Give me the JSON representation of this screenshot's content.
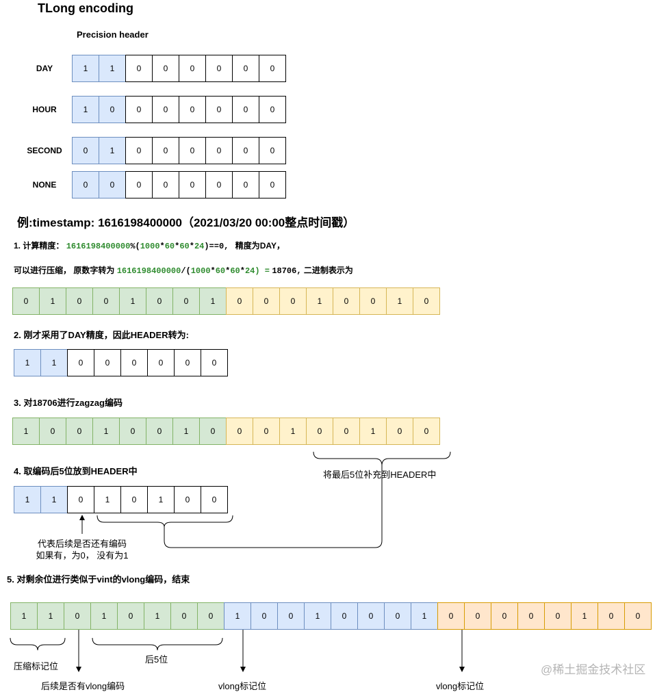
{
  "title": "TLong encoding",
  "header_caption": "Precision  header",
  "precision_rows": [
    {
      "label": "DAY",
      "bits": [
        "1",
        "1",
        "0",
        "0",
        "0",
        "0",
        "0",
        "0"
      ],
      "colors": [
        "b",
        "b",
        "w",
        "w",
        "w",
        "w",
        "w",
        "w"
      ]
    },
    {
      "label": "HOUR",
      "bits": [
        "1",
        "0",
        "0",
        "0",
        "0",
        "0",
        "0",
        "0"
      ],
      "colors": [
        "b",
        "b",
        "w",
        "w",
        "w",
        "w",
        "w",
        "w"
      ]
    },
    {
      "label": "SECOND",
      "bits": [
        "0",
        "1",
        "0",
        "0",
        "0",
        "0",
        "0",
        "0"
      ],
      "colors": [
        "b",
        "b",
        "w",
        "w",
        "w",
        "w",
        "w",
        "w"
      ]
    },
    {
      "label": "NONE",
      "bits": [
        "0",
        "0",
        "0",
        "0",
        "0",
        "0",
        "0",
        "0"
      ],
      "colors": [
        "b",
        "b",
        "w",
        "w",
        "w",
        "w",
        "w",
        "w"
      ]
    }
  ],
  "example_heading": "例:timestamp: 1616198400000（2021/03/20 00:00整点时间戳）",
  "step1": {
    "prefix": "1. 计算精度：",
    "expr_a": "1616198400000",
    "expr_b": "%(",
    "expr_c": "1000",
    "expr_d": "*",
    "expr_e": "60",
    "expr_f": "*",
    "expr_g": "60",
    "expr_h": "*",
    "expr_i": "24",
    "expr_j": ")==0,",
    "suffix": "精度为DAY，"
  },
  "step1b": {
    "prefix": "可以进行压缩，  原数字转为",
    "expr_a": "1616198400000",
    "expr_b": "/(",
    "expr_c": "1000",
    "expr_d": "*",
    "expr_e": "60",
    "expr_f": "*",
    "expr_g": "60",
    "expr_h": "*",
    "expr_i": "24",
    "expr_j": ") =",
    "expr_k": "18706,",
    "suffix": "二进制表示为"
  },
  "binary_18706": {
    "bits": [
      "0",
      "1",
      "0",
      "0",
      "1",
      "0",
      "0",
      "1",
      "0",
      "0",
      "0",
      "1",
      "0",
      "0",
      "1",
      "0"
    ],
    "colors": [
      "g",
      "g",
      "g",
      "g",
      "g",
      "g",
      "g",
      "g",
      "y",
      "y",
      "y",
      "y",
      "y",
      "y",
      "y",
      "y"
    ]
  },
  "step2": {
    "text": "2. 刚才采用了DAY精度，因此HEADER转为:",
    "bits": [
      "1",
      "1",
      "0",
      "0",
      "0",
      "0",
      "0",
      "0"
    ],
    "colors": [
      "b",
      "b",
      "w",
      "w",
      "w",
      "w",
      "w",
      "w"
    ]
  },
  "step3": {
    "text": "3. 对18706进行zagzag编码",
    "bits": [
      "1",
      "0",
      "0",
      "1",
      "0",
      "0",
      "1",
      "0",
      "0",
      "0",
      "1",
      "0",
      "0",
      "1",
      "0",
      "0"
    ],
    "colors": [
      "g",
      "g",
      "g",
      "g",
      "g",
      "g",
      "g",
      "g",
      "y",
      "y",
      "y",
      "y",
      "y",
      "y",
      "y",
      "y"
    ],
    "brace_label": "将最后5位补充到HEADER中"
  },
  "step4": {
    "text": "4. 取编码后5位放到HEADER中",
    "bits": [
      "1",
      "1",
      "0",
      "1",
      "0",
      "1",
      "0",
      "0"
    ],
    "colors": [
      "b",
      "b",
      "w",
      "w",
      "w",
      "w",
      "w",
      "w"
    ],
    "note_line1": "代表后续是否还有编码",
    "note_line2": "如果有，为0，  没有为1"
  },
  "step5": {
    "text": "5. 对剩余位进行类似于vint的vlong编码，结束",
    "bits": [
      "1",
      "1",
      "0",
      "1",
      "0",
      "1",
      "0",
      "0",
      "1",
      "0",
      "0",
      "1",
      "0",
      "0",
      "0",
      "1",
      "0",
      "0",
      "0",
      "0",
      "0",
      "1",
      "0",
      "0"
    ],
    "colors": [
      "g",
      "g",
      "g",
      "g",
      "g",
      "g",
      "g",
      "g",
      "b",
      "b",
      "b",
      "b",
      "b",
      "b",
      "b",
      "b",
      "o",
      "o",
      "o",
      "o",
      "o",
      "o",
      "o",
      "o"
    ],
    "label_compress": "压缩标记位",
    "label_more": "后续是否有vlong编码",
    "label_last5": "后5位",
    "label_vlong1": "vlong标记位",
    "label_vlong2": "vlong标记位"
  },
  "watermark": "@稀土掘金技术社区"
}
